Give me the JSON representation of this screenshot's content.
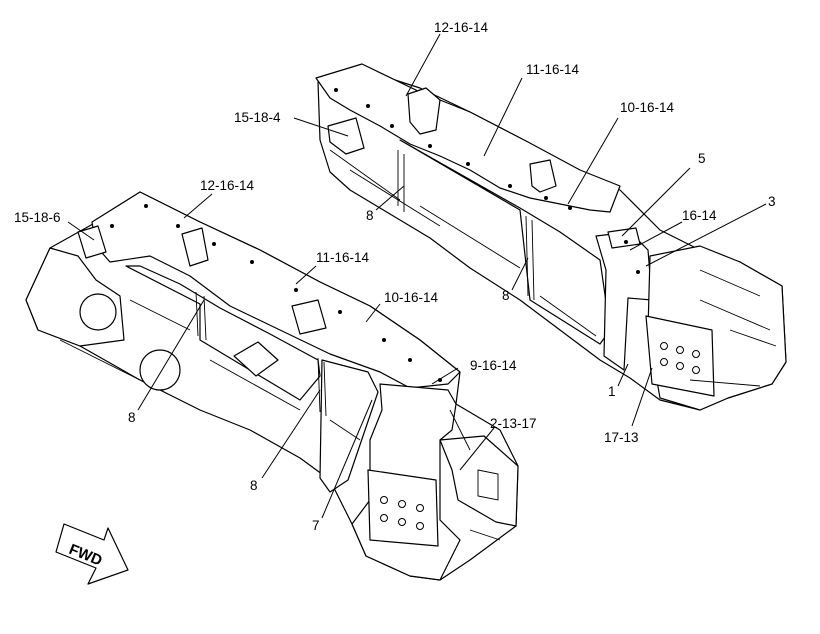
{
  "callouts": {
    "top_12_16_14": "12-16-14",
    "top_11_16_14": "11-16-14",
    "top_10_16_14": "10-16-14",
    "top_15_18_4": "15-18-4",
    "top_5": "5",
    "top_16_14": "16-14",
    "top_3": "3",
    "top_8_a": "8",
    "top_8_b": "8",
    "top_1": "1",
    "top_17_13": "17-13",
    "bot_12_16_14": "12-16-14",
    "bot_15_18_6": "15-18-6",
    "bot_11_16_14": "11-16-14",
    "bot_10_16_14": "10-16-14",
    "bot_9_16_14": "9-16-14",
    "bot_2_13_17": "2-13-17",
    "bot_8_a": "8",
    "bot_8_b": "8",
    "bot_7": "7"
  },
  "fwd_arrow": {
    "label": "FWD",
    "icon": "forward-arrow-icon"
  }
}
